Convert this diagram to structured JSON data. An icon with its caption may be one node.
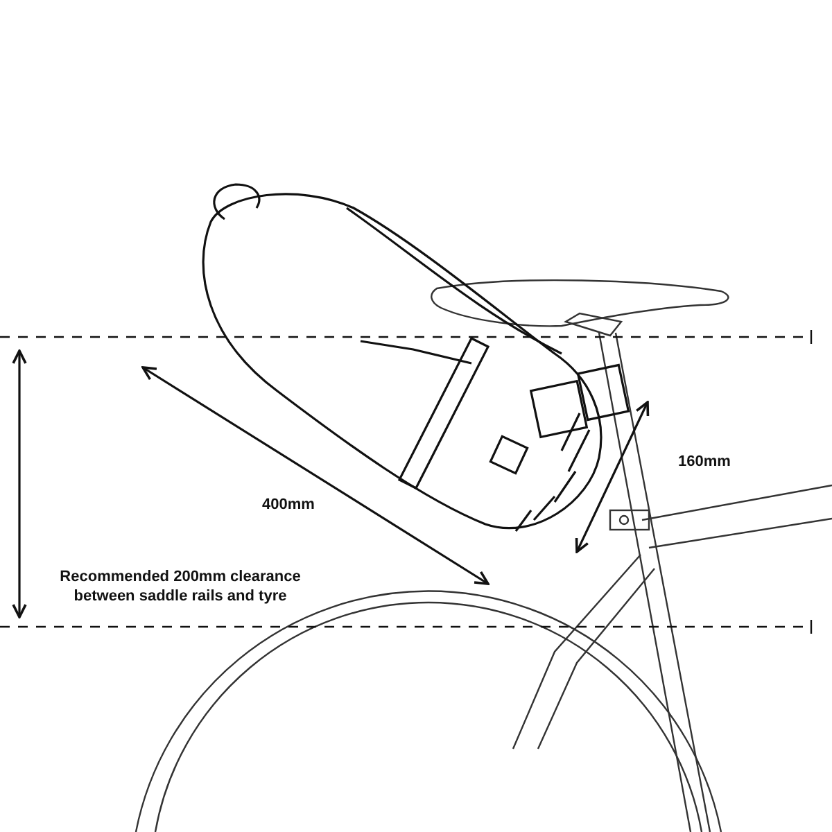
{
  "diagram": {
    "labels": [
      "400mm",
      "160mm",
      "Recommended 200mm clearance between saddle rails and tyre"
    ]
  }
}
